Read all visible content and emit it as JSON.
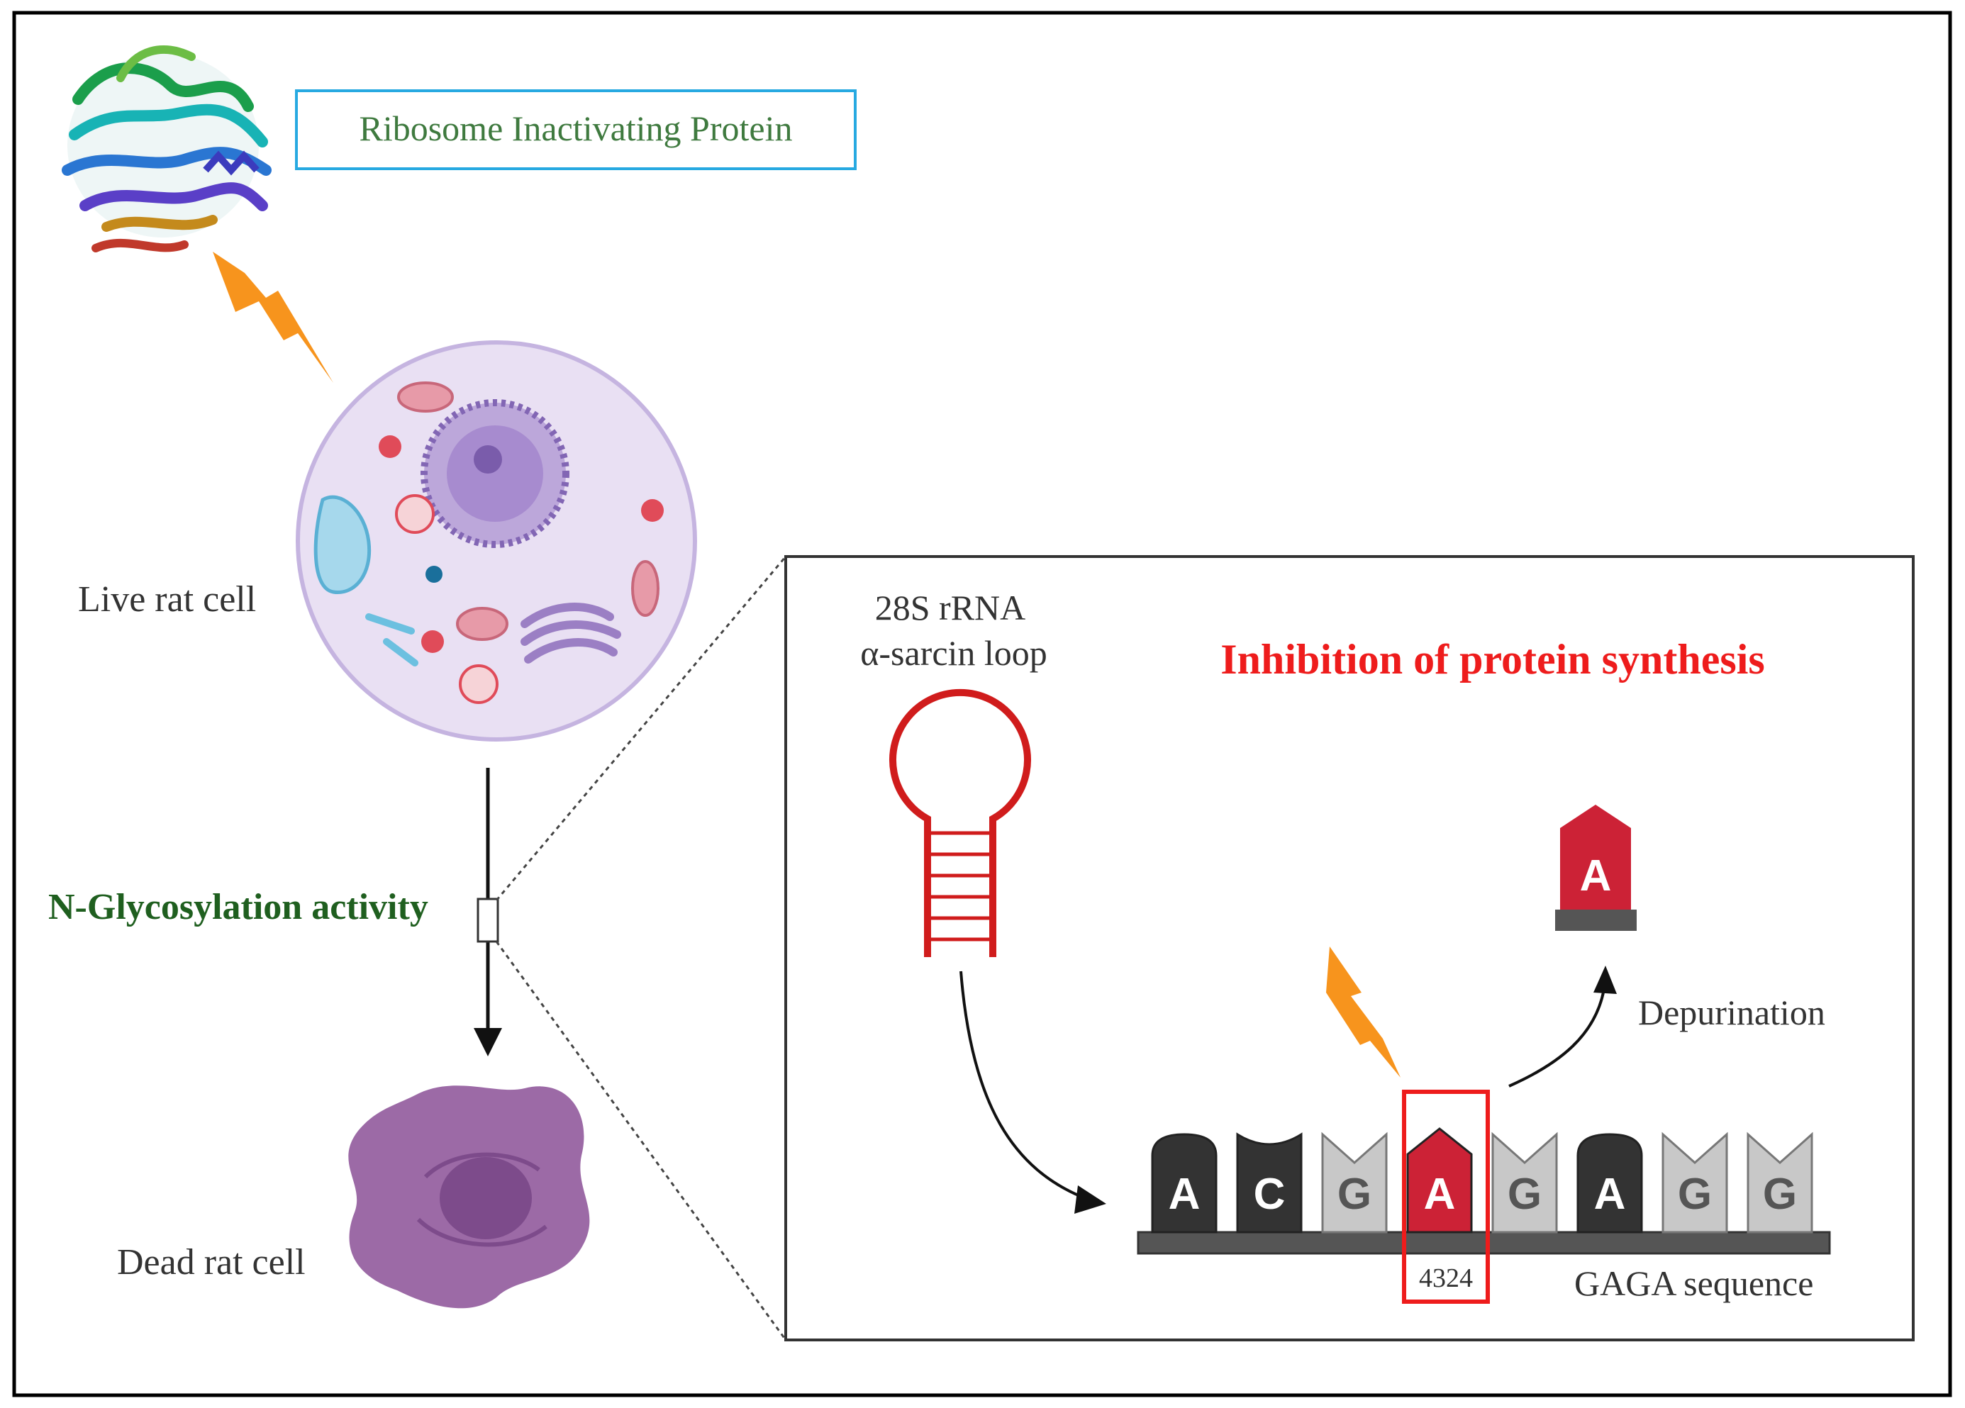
{
  "top": {
    "label": "Ribosome Inactivating Protein",
    "colors": {
      "label_text": "#3f7a3f",
      "label_box": "#27a9e1"
    }
  },
  "left": {
    "live_cell_label": "Live rat cell",
    "activity_label": "N-Glycosylation activity",
    "dead_cell_label": "Dead rat cell",
    "colors": {
      "activity_text": "#1f5f1f",
      "cell_fill": "#e9e0f3",
      "cell_border": "#c5b4e0",
      "dead_cell": "#9c6aa6"
    }
  },
  "inset": {
    "rrna_line1": "28S rRNA",
    "rrna_line2": "α-sarcin loop",
    "title": "Inhibition of protein synthesis",
    "depurination_label": "Depurination",
    "position_label": "4324",
    "sequence_caption": "GAGA sequence",
    "released_base": "A",
    "nucleotides": [
      {
        "base": "A",
        "style": "dark-a"
      },
      {
        "base": "C",
        "style": "dark-c"
      },
      {
        "base": "G",
        "style": "light-g"
      },
      {
        "base": "A",
        "style": "red-a"
      },
      {
        "base": "G",
        "style": "light-g"
      },
      {
        "base": "A",
        "style": "dark-a"
      },
      {
        "base": "G",
        "style": "light-g"
      },
      {
        "base": "G",
        "style": "light-g"
      }
    ],
    "colors": {
      "title": "#ee1c1c",
      "target": "#cc2236",
      "highlight_box": "#ee1c1c",
      "dark_base": "#333333",
      "light_base": "#c8c8c8",
      "loop": "#d01c1c",
      "bolt": "#f7941d"
    }
  }
}
